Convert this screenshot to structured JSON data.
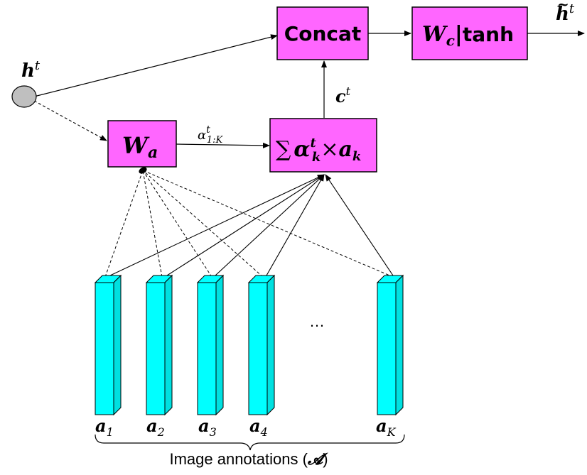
{
  "nodes": {
    "concat": {
      "label": "Concat",
      "fill": "#ff66ff"
    },
    "wc_tanh": {
      "w": "W",
      "sub": "c",
      "sep": "|",
      "label": "tanh",
      "fill": "#ff66ff"
    },
    "wa": {
      "w": "W",
      "sub": "a",
      "fill": "#ff66ff"
    },
    "sum": {
      "sigma": "∑",
      "alpha": "α",
      "sup": "t",
      "sub": "k",
      "times": "×",
      "a": "a",
      "asub": "k",
      "fill": "#ff66ff"
    },
    "h_t": {
      "base": "h",
      "sup": "t",
      "fill": "#bfbfbf"
    },
    "h_tilde": {
      "base": "h",
      "tilde": "~",
      "sup": "t"
    },
    "c_t": {
      "base": "c",
      "sup": "t"
    },
    "alpha_edge": {
      "base": "α",
      "sup": "t",
      "sub": "1:K"
    }
  },
  "annotations": {
    "items": [
      {
        "base": "a",
        "sub": "1"
      },
      {
        "base": "a",
        "sub": "2"
      },
      {
        "base": "a",
        "sub": "3"
      },
      {
        "base": "a",
        "sub": "4"
      },
      {
        "base": "a",
        "sub": "K"
      }
    ],
    "ellipsis": "…",
    "caption_text": "Image annotations (",
    "caption_symbol": "𝓐",
    "caption_close": ")",
    "fill": "#00ffff"
  },
  "colors": {
    "box": "#ff66ff",
    "node": "#bfbfbf",
    "cuboid": "#00ffff",
    "line": "#000000"
  }
}
